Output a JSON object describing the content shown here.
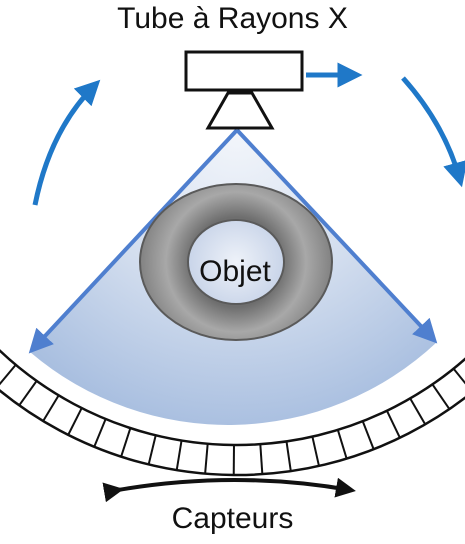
{
  "diagram": {
    "source_label": "Tube à Rayons X",
    "object_label": "Objet",
    "detector_label": "Capteurs"
  },
  "colors": {
    "beam_fill": "#c5d3ea",
    "beam_edge": "#4f7fcf",
    "arrow_blue": "#1f78c8",
    "ring_gray": "#8c8c8c",
    "detector_stroke": "#111111"
  },
  "icons": [
    "rotation-arrow-icon",
    "motion-arrow-icon",
    "double-arrow-icon"
  ]
}
